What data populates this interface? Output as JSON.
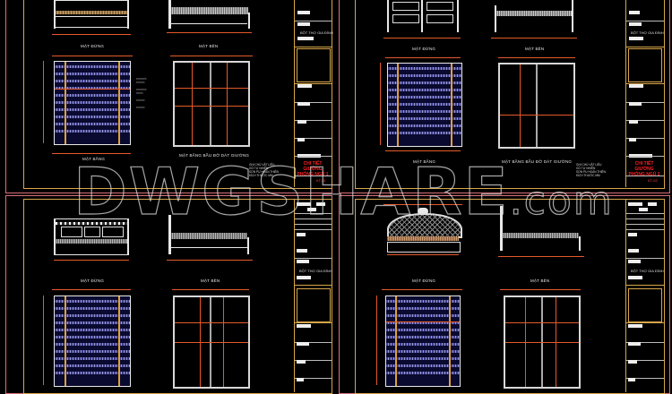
{
  "watermark": {
    "main": "DWGSHARE",
    "suffix": ".com"
  },
  "colors": {
    "background": "#000000",
    "sheet_border": "#d9707a",
    "frame_border": "#d8a64a",
    "dimension": "#e55a2a",
    "title_red": "#ff2020",
    "slat_fill": "#3a3a8a"
  },
  "sheets": [
    {
      "views": {
        "front": "MẶT ĐỨNG",
        "side": "MẶT BÊN",
        "plan": "MẶT BẰNG",
        "frame_plan": "MẶT BẰNG BẦU ĐỠ DÁT GIƯỜNG"
      },
      "title_block": {
        "project": "BỘT THỢ GIA ĐÌNH",
        "drawing_title_1": "CHI TIẾT GIƯỜNG",
        "drawing_title_2": "PHÒNG NGỦ 1",
        "sheet_no": "KT-01"
      },
      "notes": [
        "GHI CHÚ VẬT LIỆU",
        "GỖ TỰ NHIÊN",
        "SƠN PU HOÀN THIỆN",
        "KÍCH THƯỚC MM"
      ]
    },
    {
      "views": {
        "front": "MẶT ĐỨNG",
        "side": "MẶT BÊN",
        "plan": "MẶT BẰNG",
        "frame_plan": "MẶT BẰNG BẦU ĐỠ DÁT GIƯỜNG"
      },
      "title_block": {
        "project": "BỘT THỢ GIA ĐÌNH",
        "drawing_title_1": "CHI TIẾT GIƯỜNG",
        "drawing_title_2": "PHÒNG NGỦ 2",
        "sheet_no": "KT-02"
      },
      "notes": [
        "GHI CHÚ VẬT LIỆU",
        "GỖ TỰ NHIÊN",
        "SƠN PU HOÀN THIỆN",
        "KÍCH THƯỚC MM"
      ]
    },
    {
      "views": {
        "front": "MẶT ĐỨNG",
        "side": "MẶT BÊN"
      },
      "title_block": {
        "project": "BỘT THỢ GIA ĐÌNH"
      }
    },
    {
      "views": {
        "front": "MẶT ĐỨNG",
        "side": "MẶT BÊN"
      },
      "title_block": {
        "project": "BỘT THỢ GIA ĐÌNH"
      }
    }
  ]
}
